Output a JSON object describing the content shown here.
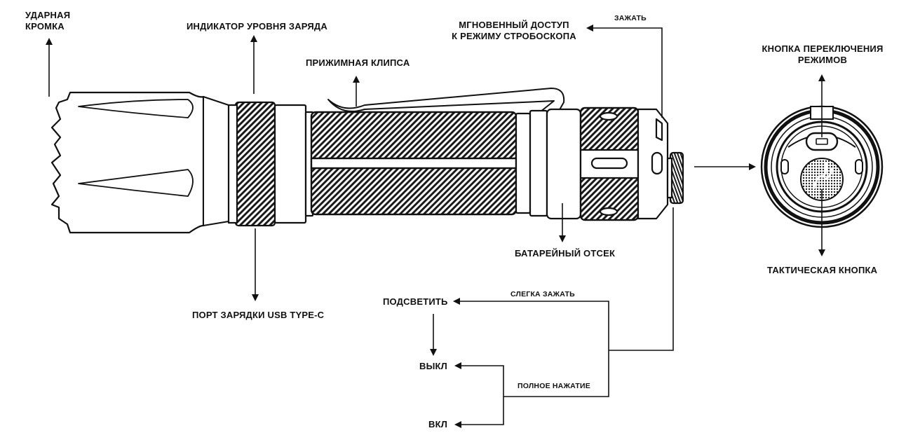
{
  "labels": {
    "strike_bezel": "УДАРНАЯ\nКРОМКА",
    "charge_indicator": "ИНДИКАТОР УРОВНЯ ЗАРЯДА",
    "pocket_clip": "ПРИЖИМНАЯ КЛИПСА",
    "instant_strobe": "МГНОВЕННЫЙ ДОСТУП\nК РЕЖИМУ СТРОБОСКОПА",
    "press_hold": "ЗАЖАТЬ",
    "mode_button": "КНОПКА ПЕРЕКЛЮЧЕНИЯ\nРЕЖИМОВ",
    "usb_port": "ПОРТ ЗАРЯДКИ USB TYPE-C",
    "battery_tube": "БАТАРЕЙНЫЙ ОТСЕК",
    "tactical_button": "ТАКТИЧЕСКАЯ КНОПКА",
    "light_press": "СЛЕГКА ЗАЖАТЬ",
    "momentary": "ПОДСВЕТИТЬ",
    "off": "ВЫКЛ",
    "full_press": "ПОЛНОЕ НАЖАТИЕ",
    "on": "ВКЛ"
  },
  "colors": {
    "ink": "#111111",
    "background": "#ffffff"
  }
}
